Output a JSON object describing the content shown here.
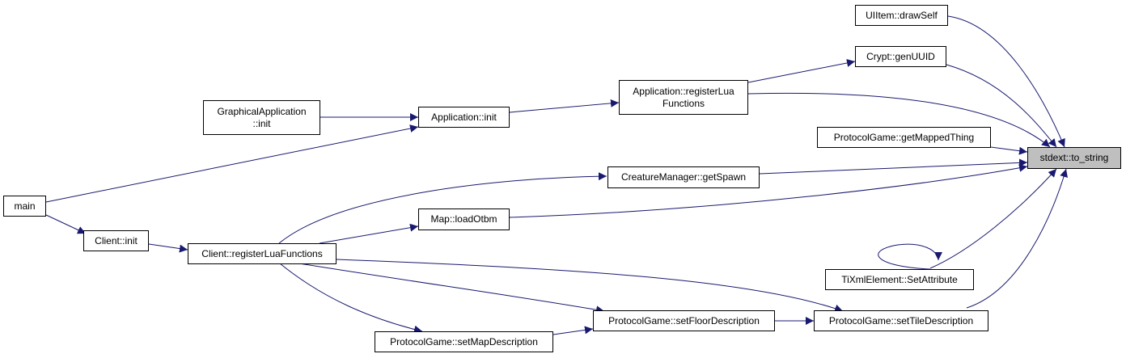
{
  "colors": {
    "edge": "#191970",
    "node_border": "#000000",
    "node_fill": "#ffffff",
    "focus_fill": "#bfbfbf"
  },
  "nodes": {
    "uiitem_drawself": {
      "lines": [
        "UIItem::drawSelf"
      ]
    },
    "crypt_genuuid": {
      "lines": [
        "Crypt::genUUID"
      ]
    },
    "app_registerlua": {
      "lines": [
        "Application::registerLua",
        "Functions"
      ]
    },
    "graphical_init": {
      "lines": [
        "GraphicalApplication",
        "::init"
      ]
    },
    "app_init": {
      "lines": [
        "Application::init"
      ]
    },
    "pg_getmappedthing": {
      "lines": [
        "ProtocolGame::getMappedThing"
      ]
    },
    "stdext_to_string": {
      "lines": [
        "stdext::to_string"
      ]
    },
    "cm_getspawn": {
      "lines": [
        "CreatureManager::getSpawn"
      ]
    },
    "main": {
      "lines": [
        "main"
      ]
    },
    "map_loadotbm": {
      "lines": [
        "Map::loadOtbm"
      ]
    },
    "client_init": {
      "lines": [
        "Client::init"
      ]
    },
    "client_registerlua": {
      "lines": [
        "Client::registerLuaFunctions"
      ]
    },
    "tixml_setattribute": {
      "lines": [
        "TiXmlElement::SetAttribute"
      ]
    },
    "pg_setfloordesc": {
      "lines": [
        "ProtocolGame::setFloorDescription"
      ]
    },
    "pg_settiledesc": {
      "lines": [
        "ProtocolGame::setTileDescription"
      ]
    },
    "pg_setmapdesc": {
      "lines": [
        "ProtocolGame::setMapDescription"
      ]
    }
  }
}
